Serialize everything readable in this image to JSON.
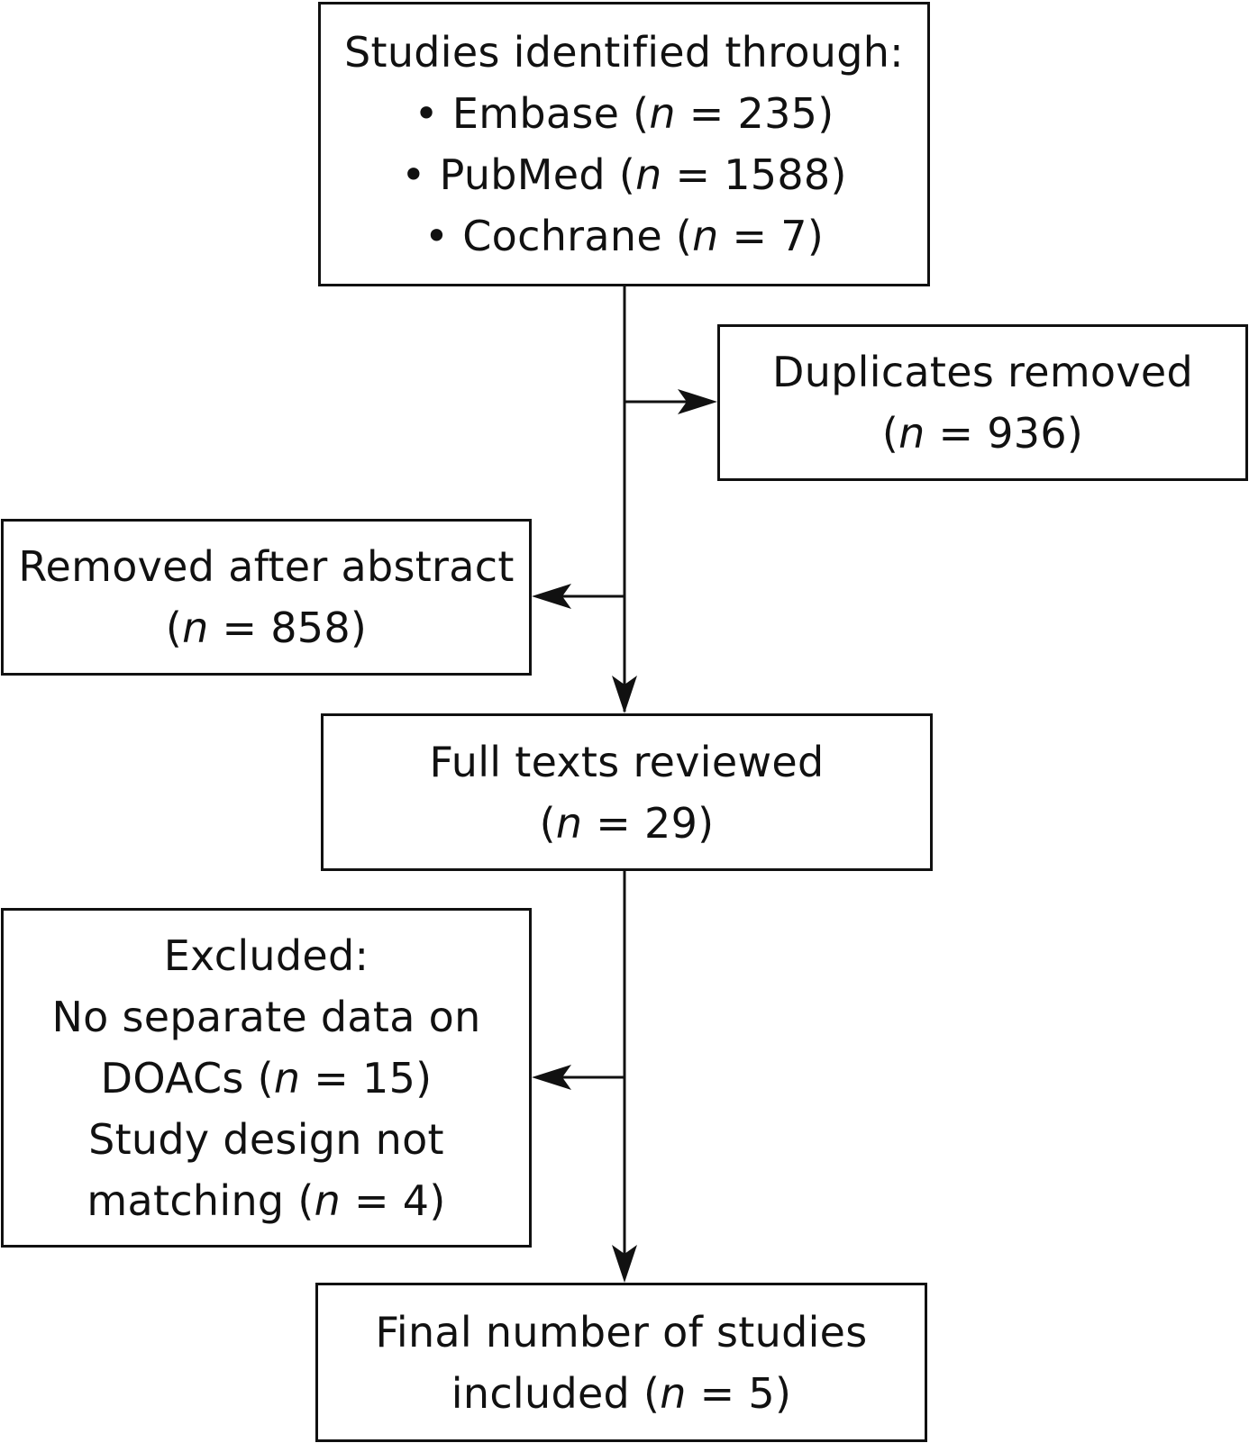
{
  "identification": {
    "heading": "Studies identified through:",
    "sources": [
      {
        "bullet": "•",
        "name": "Embase",
        "open": "(",
        "n_label": "n",
        "eq": " = ",
        "count": "235",
        "close": ")"
      },
      {
        "bullet": "•",
        "name": "PubMed",
        "open": "(",
        "n_label": "n",
        "eq": " = ",
        "count": "1588",
        "close": ")"
      },
      {
        "bullet": "•",
        "name": "Cochrane",
        "open": "(",
        "n_label": "n",
        "eq": " = ",
        "count": "7",
        "close": ")"
      }
    ]
  },
  "duplicates": {
    "label": "Duplicates removed",
    "open": "(",
    "n_label": "n",
    "eq": " = ",
    "count": "936",
    "close": ")"
  },
  "abstract_removed": {
    "label": "Removed after abstract",
    "open": "(",
    "n_label": "n",
    "eq": " = ",
    "count": "858",
    "close": ")"
  },
  "full_texts": {
    "label": "Full texts reviewed",
    "open": "(",
    "n_label": "n",
    "eq": " = ",
    "count": "29",
    "close": ")"
  },
  "excluded": {
    "heading": "Excluded:",
    "line1": "No separate data on",
    "reason1_prefix": "DOACs",
    "reason1_open": "(",
    "reason1_n": "n",
    "reason1_eq": " = ",
    "reason1_count": "15",
    "reason1_close": ")",
    "line3": "Study design not",
    "reason2_prefix": "matching",
    "reason2_open": "(",
    "reason2_n": "n",
    "reason2_eq": " = ",
    "reason2_count": "4",
    "reason2_close": ")"
  },
  "final": {
    "line1": "Final number of studies",
    "line2_prefix": "included",
    "open": "(",
    "n_label": "n",
    "eq": " = ",
    "count": "5",
    "close": ")"
  }
}
